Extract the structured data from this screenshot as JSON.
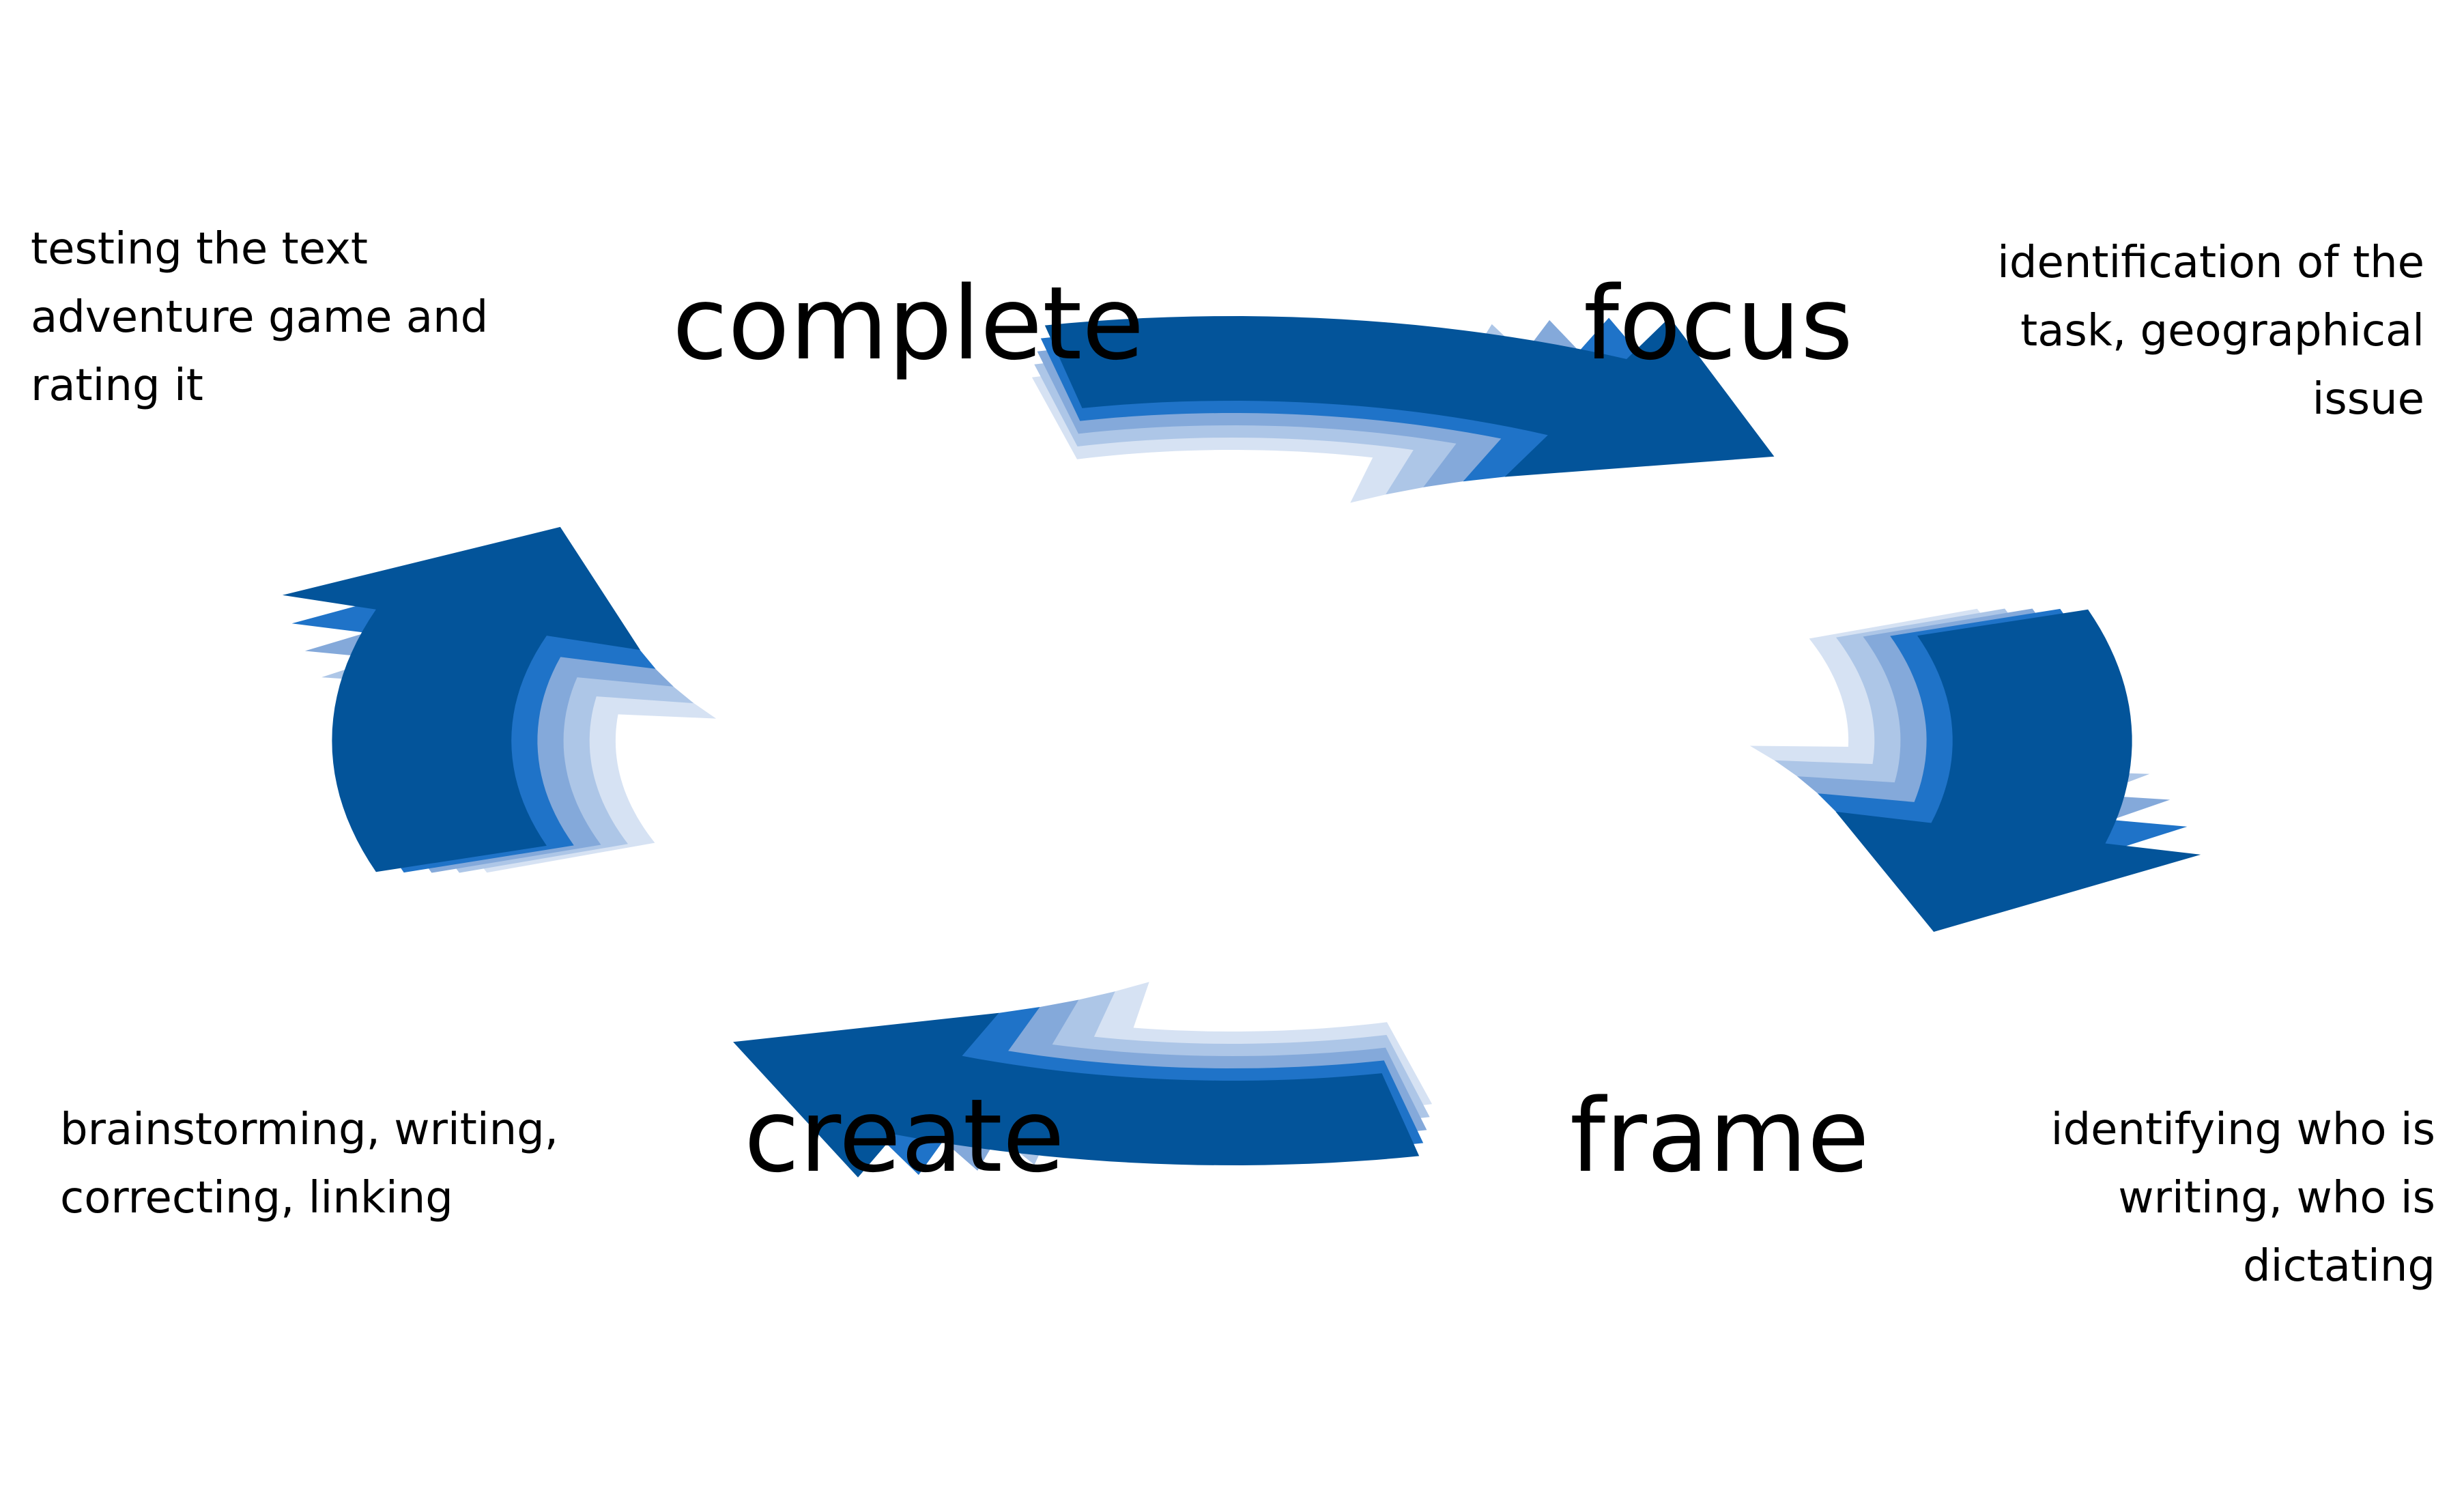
{
  "colors": {
    "arrow_shades": [
      "#d6e2f3",
      "#adc6e7",
      "#84a9da",
      "#1f73c8",
      "#03549a"
    ],
    "text": "#000000",
    "background": "#ffffff"
  },
  "cycle": {
    "direction": "clockwise",
    "stages": [
      {
        "id": "focus",
        "label": "focus",
        "description": [
          "identification of the",
          "task, geographical",
          "issue"
        ]
      },
      {
        "id": "frame",
        "label": "frame",
        "description": [
          "identifying who is",
          "writing, who is",
          "dictating"
        ]
      },
      {
        "id": "create",
        "label": "create",
        "description": [
          "brainstorming, writing,",
          "correcting, linking"
        ]
      },
      {
        "id": "complete",
        "label": "complete",
        "description": [
          "testing the text",
          "adventure game and",
          "rating it"
        ]
      }
    ],
    "arrows": [
      {
        "id": "complete-to-focus",
        "from": "complete",
        "to": "focus"
      },
      {
        "id": "focus-to-frame",
        "from": "focus",
        "to": "frame"
      },
      {
        "id": "frame-to-create",
        "from": "frame",
        "to": "create"
      },
      {
        "id": "create-to-complete",
        "from": "create",
        "to": "complete"
      }
    ]
  }
}
